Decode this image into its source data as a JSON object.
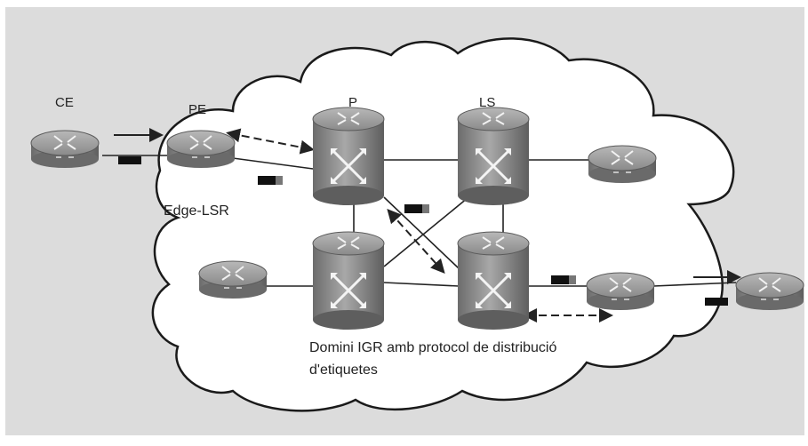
{
  "labels": {
    "ce": "CE",
    "pe": "PE",
    "p": "P",
    "ls": "LS",
    "edge_lsr": "Edge-LSR",
    "domain_line1": "Domini IGR amb protocol de distribució",
    "domain_line2": "d'etiquetes"
  },
  "colors": {
    "background": "#dcdcdc",
    "cloud_fill": "#ffffff",
    "cloud_stroke": "#1a1a1a",
    "device_gray": "#9a9a9a",
    "device_dark": "#6f6f6f",
    "link": "#222222",
    "label_tag": "#111111"
  },
  "icons": {
    "edge_router": "router-icon",
    "core_switch": "label-switch-router-icon",
    "label_tag": "mpls-label-icon"
  }
}
